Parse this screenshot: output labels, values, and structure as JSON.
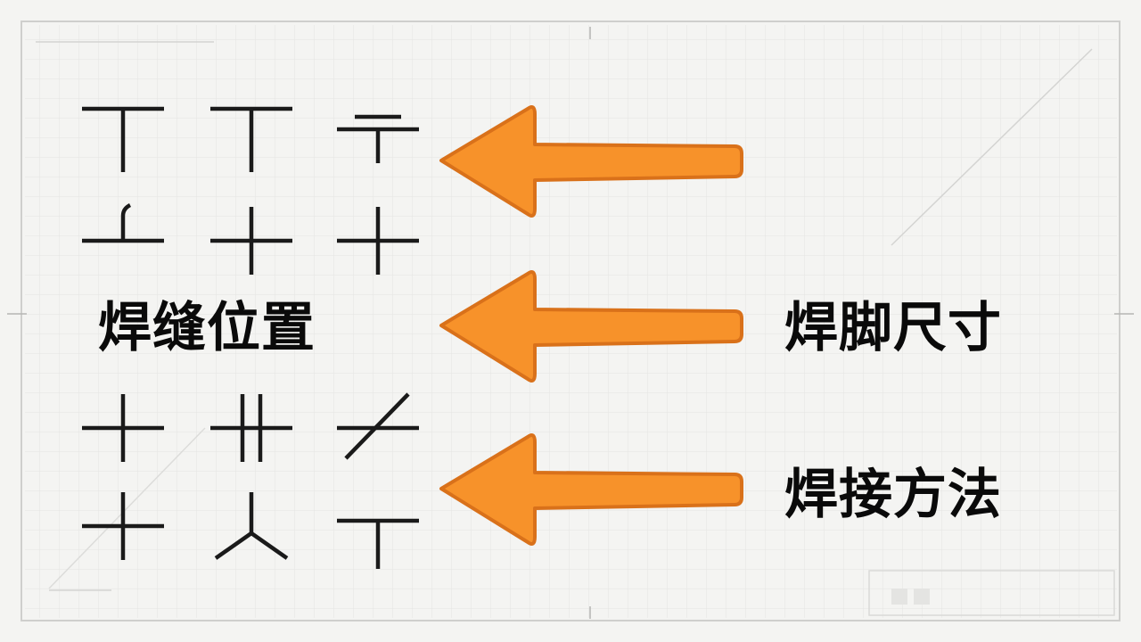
{
  "labels": {
    "weld_position": "焊缝位置",
    "leg_size": "焊脚尺寸",
    "weld_method": "焊接方法"
  },
  "colors": {
    "background": "#f4f4f2",
    "grid": "#e2e2e0",
    "frame": "#c9c9c7",
    "symbol_stroke": "#1a1a1a",
    "arrow_fill": "#f7922a",
    "arrow_outline": "#d9711a",
    "text": "#0a0a0a"
  },
  "symbols": [
    {
      "name": "weld-symbol-r1c1",
      "shape": "t-down"
    },
    {
      "name": "weld-symbol-r1c2",
      "shape": "t-down"
    },
    {
      "name": "weld-symbol-r1c3",
      "shape": "double-bar-stem"
    },
    {
      "name": "weld-symbol-r2c1",
      "shape": "inverted-t-curved"
    },
    {
      "name": "weld-symbol-r2c2",
      "shape": "cross"
    },
    {
      "name": "weld-symbol-r2c3",
      "shape": "cross"
    },
    {
      "name": "weld-symbol-r3c1",
      "shape": "cross"
    },
    {
      "name": "weld-symbol-r3c2",
      "shape": "double-vertical-cross"
    },
    {
      "name": "weld-symbol-r3c3",
      "shape": "slash-cross"
    },
    {
      "name": "weld-symbol-r4c1",
      "shape": "cross"
    },
    {
      "name": "weld-symbol-r4c2",
      "shape": "y-inverted"
    },
    {
      "name": "weld-symbol-r4c3",
      "shape": "t-down"
    }
  ],
  "arrows": [
    {
      "name": "arrow-to-symbols"
    },
    {
      "name": "arrow-from-leg-size"
    },
    {
      "name": "arrow-from-weld-method"
    }
  ]
}
